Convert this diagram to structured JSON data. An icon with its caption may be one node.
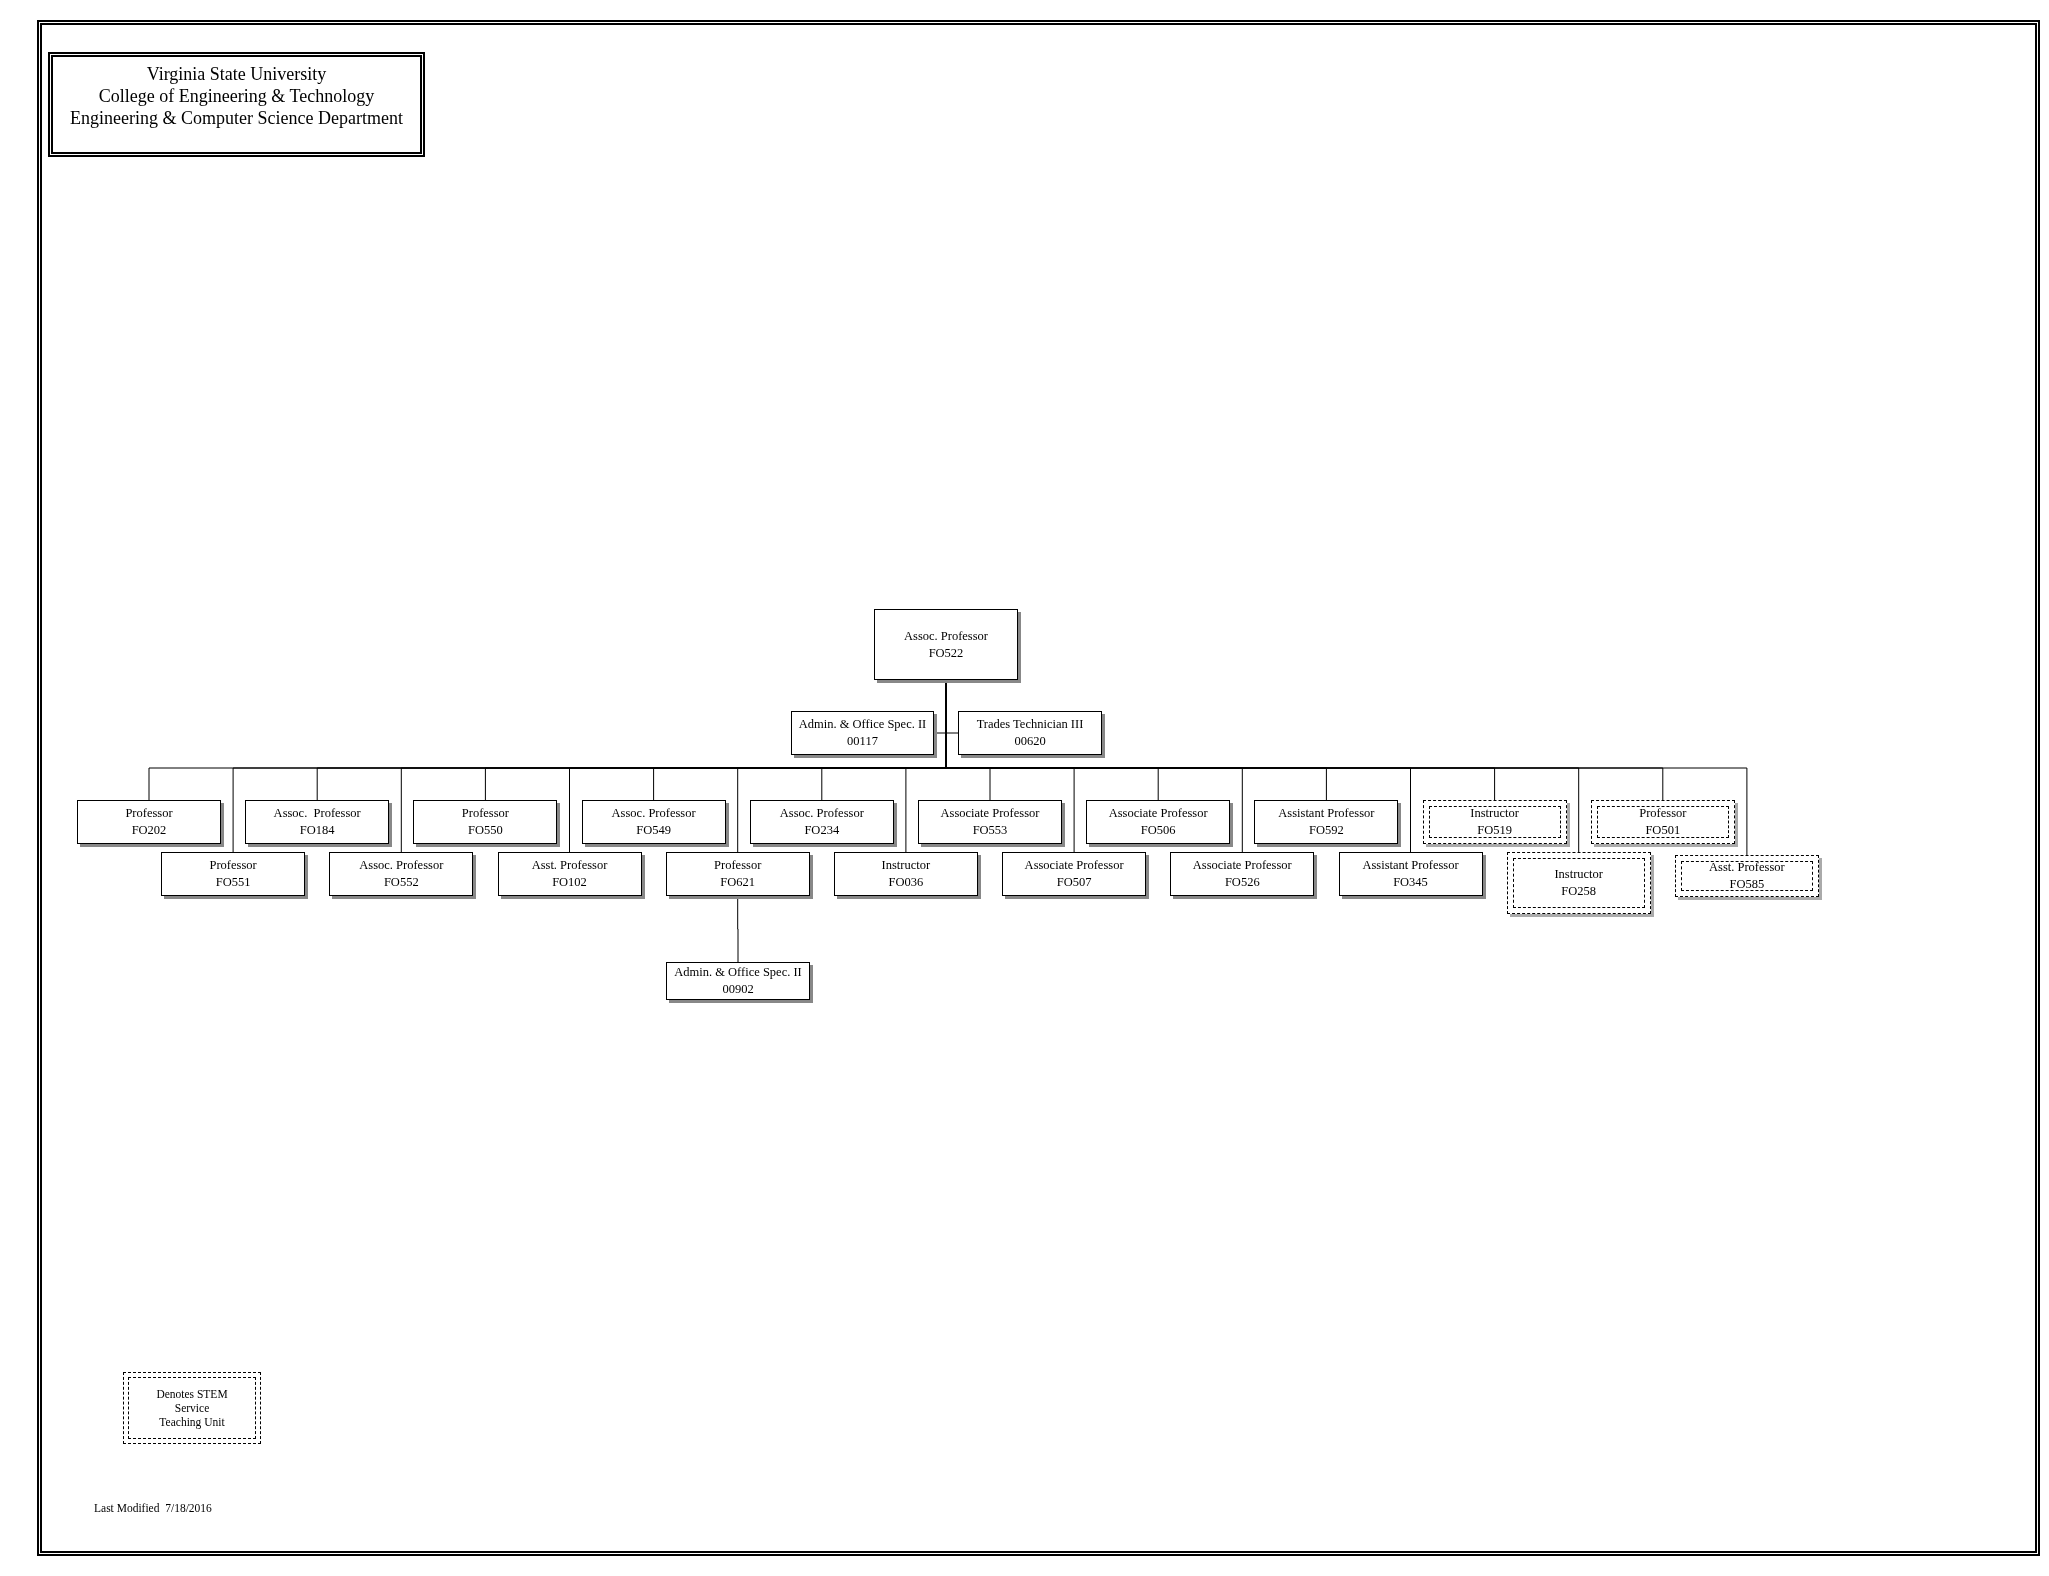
{
  "diagram": {
    "nodes": [
      {
        "text": [
          "Virginia State University",
          "College of Engineering & Technology",
          "Engineering & Computer Science Department"
        ]
      },
      {
        "text": [
          "Assoc. Professor",
          "FO522"
        ]
      },
      {
        "text": [
          "Admin. & Office Spec. II",
          "00117"
        ]
      },
      {
        "text": [
          "Trades Technician III",
          "00620"
        ]
      },
      {
        "text": [
          "Professor",
          "FO202"
        ]
      },
      {
        "text": [
          "Professor",
          "FO551"
        ]
      },
      {
        "text": [
          "Assoc.  Professor",
          "FO184"
        ]
      },
      {
        "text": [
          "Assoc. Professor",
          "FO552"
        ]
      },
      {
        "text": [
          "Professor",
          "FO550"
        ]
      },
      {
        "text": [
          "Asst. Professor",
          "FO102"
        ]
      },
      {
        "text": [
          "Assoc. Professor",
          "FO549"
        ]
      },
      {
        "text": [
          "Professor",
          "FO621"
        ]
      },
      {
        "text": [
          "Assoc. Professor",
          "FO234"
        ]
      },
      {
        "text": [
          "Instructor",
          "FO036"
        ]
      },
      {
        "text": [
          "Associate Professor",
          "FO553"
        ]
      },
      {
        "text": [
          "Associate Professor",
          "FO507"
        ]
      },
      {
        "text": [
          "Associate Professor",
          "FO506"
        ]
      },
      {
        "text": [
          "Associate Professor",
          "FO526"
        ]
      },
      {
        "text": [
          "Assistant Professor",
          "FO592"
        ]
      },
      {
        "text": [
          "Assistant Professor",
          "FO345"
        ]
      },
      {
        "text": [
          "Instructor",
          "FO519"
        ]
      },
      {
        "text": [
          "Instructor",
          "FO258"
        ]
      },
      {
        "text": [
          "Professor",
          "FO501"
        ]
      },
      {
        "text": [
          "Asst. Professor",
          "FO585"
        ]
      },
      {
        "text": [
          "Admin. & Office Spec. II",
          "00902"
        ]
      }
    ],
    "edges": [
      {
        "from": 1,
        "to": 2,
        "arrow": "none"
      },
      {
        "from": 1,
        "to": 3,
        "arrow": "none"
      },
      {
        "from": 1,
        "to": 4,
        "arrow": "none"
      },
      {
        "from": 1,
        "to": 5,
        "arrow": "none"
      },
      {
        "from": 1,
        "to": 6,
        "arrow": "none"
      },
      {
        "from": 1,
        "to": 7,
        "arrow": "none"
      },
      {
        "from": 1,
        "to": 8,
        "arrow": "none"
      },
      {
        "from": 1,
        "to": 9,
        "arrow": "none"
      },
      {
        "from": 1,
        "to": 10,
        "arrow": "none"
      },
      {
        "from": 1,
        "to": 11,
        "arrow": "none"
      },
      {
        "from": 1,
        "to": 12,
        "arrow": "none"
      },
      {
        "from": 1,
        "to": 13,
        "arrow": "none"
      },
      {
        "from": 1,
        "to": 14,
        "arrow": "none"
      },
      {
        "from": 1,
        "to": 15,
        "arrow": "none"
      },
      {
        "from": 1,
        "to": 16,
        "arrow": "none"
      },
      {
        "from": 1,
        "to": 17,
        "arrow": "none"
      },
      {
        "from": 1,
        "to": 18,
        "arrow": "none"
      },
      {
        "from": 1,
        "to": 19,
        "arrow": "none"
      },
      {
        "from": 1,
        "to": 20,
        "arrow": "none"
      },
      {
        "from": 1,
        "to": 21,
        "arrow": "none"
      },
      {
        "from": 1,
        "to": 22,
        "arrow": "none"
      },
      {
        "from": 1,
        "to": 23,
        "arrow": "none"
      },
      {
        "from": 11,
        "to": 24,
        "arrow": "none"
      }
    ],
    "labels": [
      "Last Modified  7/18/2016"
    ],
    "legend": [
      {
        "text": "Denotes STEM Service Teaching Unit"
      }
    ]
  }
}
